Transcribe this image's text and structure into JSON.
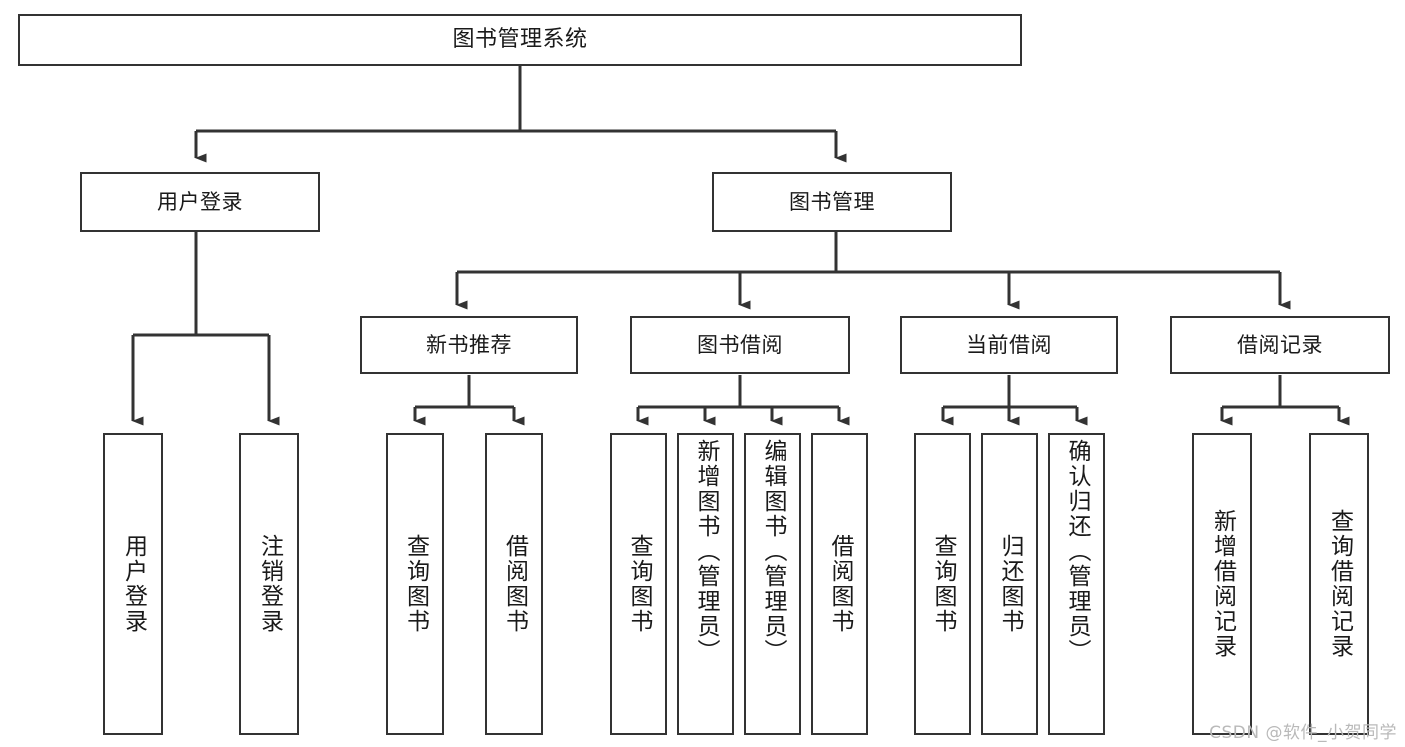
{
  "diagram": {
    "title": "图书管理系统",
    "watermark": "CSDN @软件_小贺同学",
    "line_color": "#333333",
    "box_border_color": "#333333",
    "background_color": "#ffffff",
    "text_color": "#1a1a1a"
  },
  "nodes": {
    "root": {
      "label": "图书管理系统"
    },
    "level1": [
      {
        "label": "用户登录"
      },
      {
        "label": "图书管理"
      }
    ],
    "level2": [
      {
        "label": "新书推荐"
      },
      {
        "label": "图书借阅"
      },
      {
        "label": "当前借阅"
      },
      {
        "label": "借阅记录"
      }
    ],
    "leaves": {
      "user_login": [
        {
          "label": "用户登录"
        },
        {
          "label": "注销登录"
        }
      ],
      "new_book": [
        {
          "label": "查询图书"
        },
        {
          "label": "借阅图书"
        }
      ],
      "book_borrow": [
        {
          "label": "查询图书"
        },
        {
          "label": "新增图书（管理员）"
        },
        {
          "label": "编辑图书（管理员）"
        },
        {
          "label": "借阅图书"
        }
      ],
      "current_borrow": [
        {
          "label": "查询图书"
        },
        {
          "label": "归还图书"
        },
        {
          "label": "确认归还（管理员）"
        }
      ],
      "borrow_record": [
        {
          "label": "新增借阅记录"
        },
        {
          "label": "查询借阅记录"
        }
      ]
    }
  }
}
